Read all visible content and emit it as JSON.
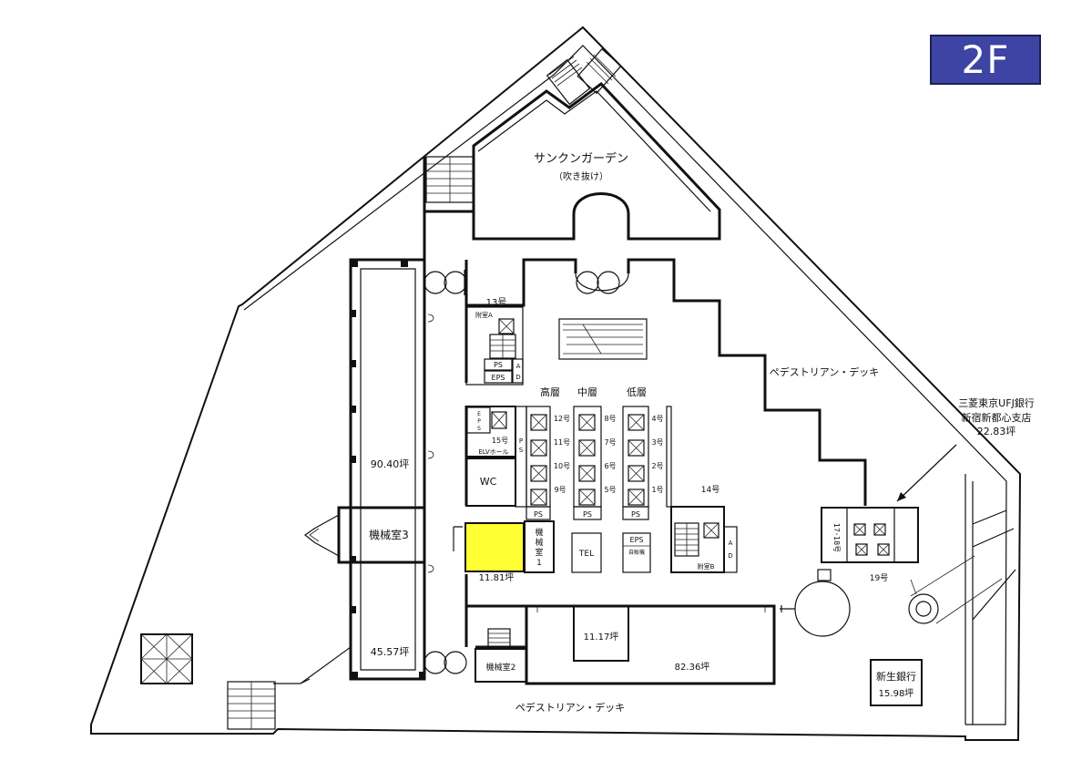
{
  "floor": {
    "label": "2F",
    "badge_color": "#3d44a3",
    "highlight_color": "#ffff33"
  },
  "labels": {
    "sunken_garden": "サンクンガーデン",
    "void": "（吹き抜け）",
    "deck_right": "ペデストリアン・デッキ",
    "deck_bottom": "ペデストリアン・デッキ",
    "bank_name_1": "三菱東京UFJ銀行",
    "bank_name_2": "新宿新都心支店",
    "bank_area": "22.83坪",
    "area_west": "90.40坪",
    "area_southwest": "45.57坪",
    "machine_room_3": "機械室3",
    "machine_room_2": "機械室2",
    "machine_room_1": "機械室1",
    "wc": "WC",
    "area_yellow": "11.81坪",
    "area_small": "11.17坪",
    "area_south": "82.36坪",
    "shinsei_bank": "新生銀行",
    "shinsei_area": "15.98坪",
    "high_rise": "高層",
    "mid_rise": "中層",
    "low_rise": "低層",
    "elv_hall": "ELVホール",
    "ante_room_a": "附室A",
    "ante_room_b": "附室B",
    "no13": "13号",
    "no14": "14号",
    "no15": "15号",
    "no17_18": "17･18号",
    "no19": "19号",
    "ps": "PS",
    "eps": "EPS",
    "a": "A",
    "d": "D",
    "tel": "TEL",
    "vending": "自販機",
    "high_cars": [
      "12号",
      "11号",
      "10号",
      "9号"
    ],
    "mid_cars": [
      "8号",
      "7号",
      "6号",
      "5号"
    ],
    "low_cars": [
      "4号",
      "3号",
      "2号",
      "1号"
    ]
  }
}
